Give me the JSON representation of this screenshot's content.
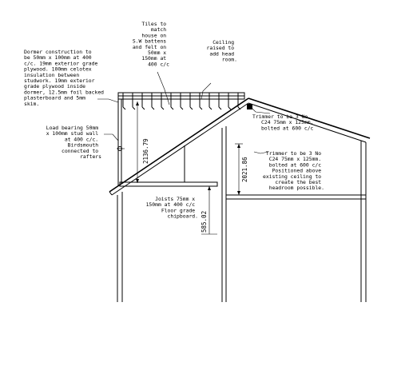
{
  "notes": {
    "tiles": [
      "Tiles to",
      "match",
      "house on",
      "S.W battens",
      "and felt on",
      "50mm x",
      "150mm at",
      "400 c/c"
    ],
    "ceiling": [
      "Ceiling",
      "raised to",
      "add head",
      "room."
    ],
    "dormer": [
      "Dormer construction to",
      "be 50mm x 100mm at 400",
      "c/c. 19mm exterior grade",
      "plywood. 100mm celotex",
      "insulation between",
      "studwork. 19mm exterior",
      "grade plywood inside",
      "dormer, 12.5mm foil backed",
      "plasterboard and 5mm",
      "skim."
    ],
    "load_bearing": [
      "Load bearing 50mm",
      "x 100mm stud wall",
      "at 400 c/c.",
      "Birdsmouth",
      "connected to",
      "rafters"
    ],
    "trimmer_top": [
      "Trimmer to be 3 No",
      "C24 75mm x 125mm.",
      "bolted at 600 c/c"
    ],
    "trimmer_mid": [
      "Trimmer to be 3 No",
      "C24 75mm x 125mm.",
      "bolted at 600 c/c",
      "Positioned above",
      "existing ceiling to",
      "create the best",
      "headroom possible."
    ],
    "joists": [
      "Joists 75mm x",
      "150mm at 400 c/c",
      "Floor grade",
      "chipboard."
    ]
  },
  "dimensions": {
    "left_height": "2136.79",
    "right_height": "2021.86",
    "floor_height": "585.02"
  }
}
